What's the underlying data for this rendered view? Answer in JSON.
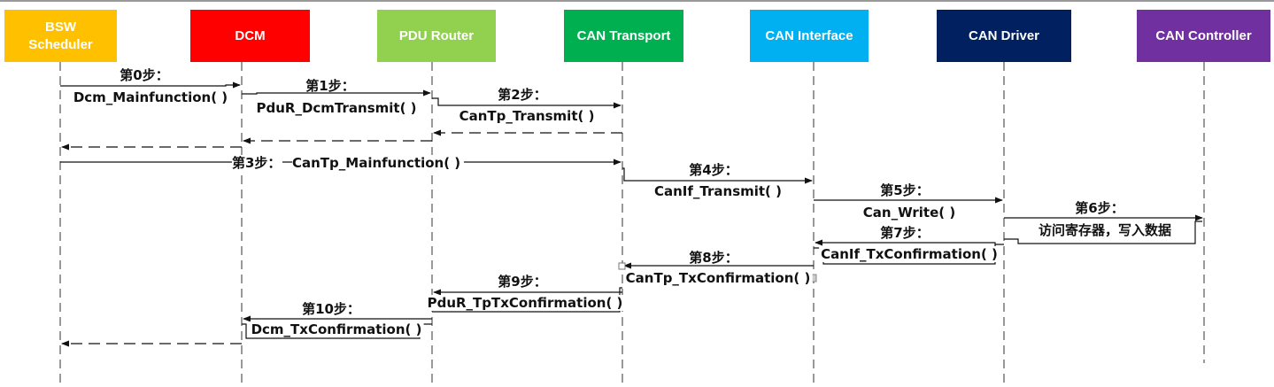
{
  "participants": [
    {
      "id": "bsw",
      "label": "BSW\nScheduler",
      "color": "#FFC000"
    },
    {
      "id": "dcm",
      "label": "DCM",
      "color": "#FF0000"
    },
    {
      "id": "pdur",
      "label": "PDU Router",
      "color": "#92D050"
    },
    {
      "id": "cantp",
      "label": "CAN Transport",
      "color": "#00B050"
    },
    {
      "id": "canif",
      "label": "CAN Interface",
      "color": "#00B0F0"
    },
    {
      "id": "candrv",
      "label": "CAN Driver",
      "color": "#002060"
    },
    {
      "id": "canctrl",
      "label": "CAN Controller",
      "color": "#7030A0"
    }
  ],
  "messages": [
    {
      "step": "第0步：",
      "call": "Dcm_Mainfunction( )"
    },
    {
      "step": "第1步：",
      "call": "PduR_DcmTransmit( )"
    },
    {
      "step": "第2步：",
      "call": "CanTp_Transmit( )"
    },
    {
      "step": "第3步：",
      "call": "CanTp_Mainfunction( )"
    },
    {
      "step": "第4步：",
      "call": "CanIf_Transmit( )"
    },
    {
      "step": "第5步：",
      "call": "Can_Write( )"
    },
    {
      "step": "第6步：",
      "call": "访问寄存器，写入数据"
    },
    {
      "step": "第7步：",
      "call": "CanIf_TxConfirmation( )"
    },
    {
      "step": "第8步：",
      "call": "CanTp_TxConfirmation( )"
    },
    {
      "step": "第9步：",
      "call": "PduR_TpTxConfirmation( )"
    },
    {
      "step": "第10步：",
      "call": "Dcm_TxConfirmation( )"
    }
  ],
  "colors": {
    "line": "#222222",
    "lifeline": "#555555"
  }
}
